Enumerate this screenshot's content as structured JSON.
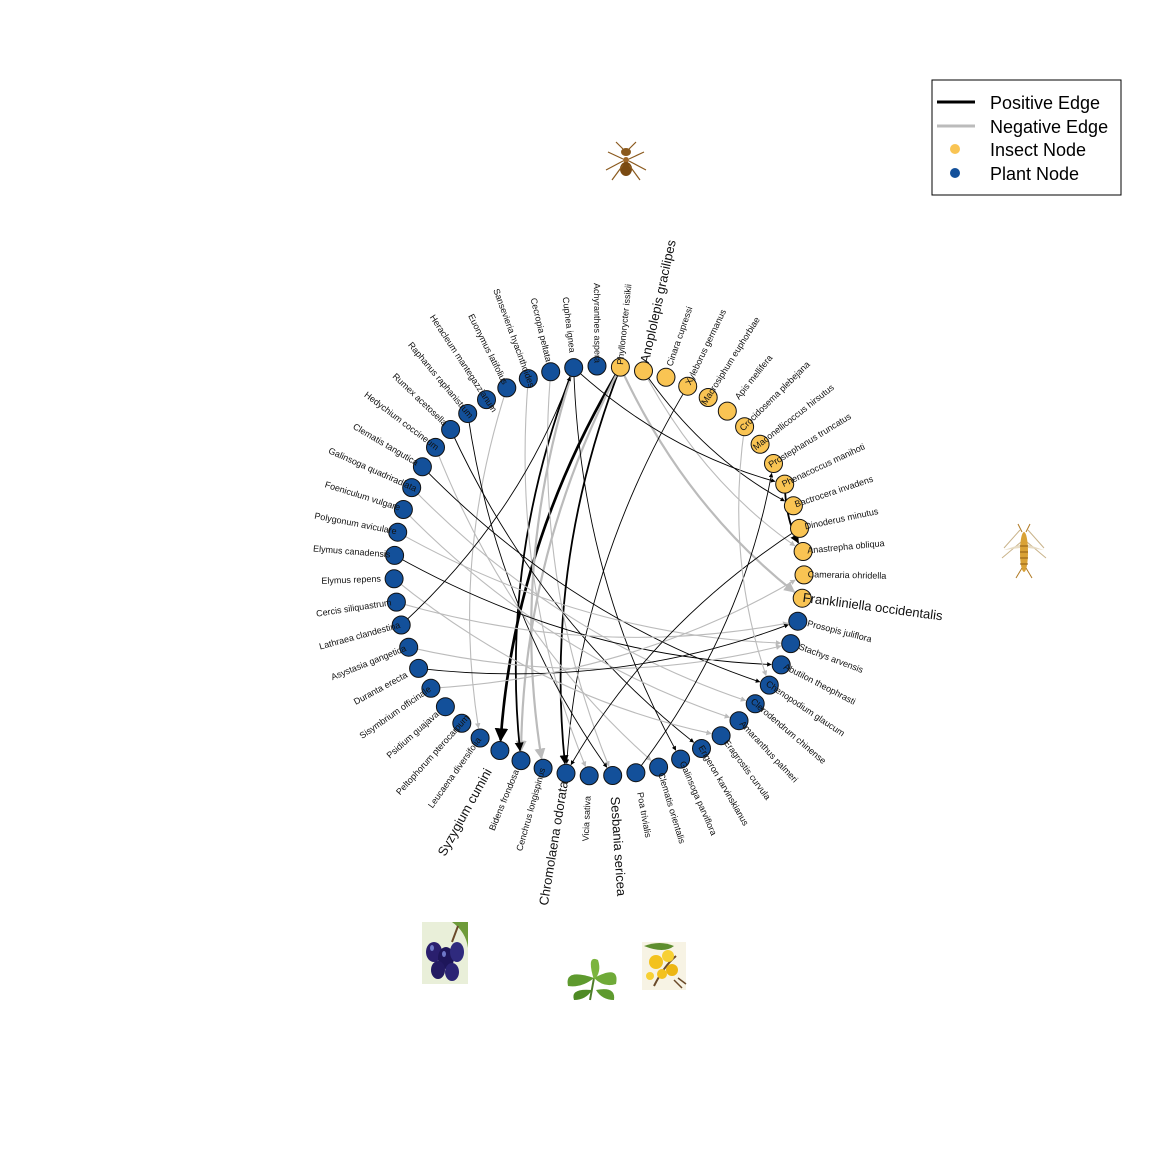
{
  "legend": {
    "positive_edge": "Positive Edge",
    "negative_edge": "Negative Edge",
    "insect_node": "Insect Node",
    "plant_node": "Plant Node"
  },
  "colors": {
    "insect": "#F9C453",
    "plant": "#13509A",
    "insect_label": "#F2BE4B",
    "plant_label": "#1C5AA0",
    "positive_edge": "#000000",
    "negative_edge": "#BBBBBB"
  },
  "icons": {
    "anoplolepis": "ant-icon",
    "frankliniella": "thrips-icon",
    "syzygium": "plum-fruit-icon",
    "chromolaena": "leaf-plant-icon",
    "sesbania": "yellow-flower-icon"
  },
  "nodes": [
    {
      "name": "Phyllonorycter issikii",
      "type": "insect"
    },
    {
      "name": "Anoplolepis gracilipes",
      "type": "insect",
      "highlight": true
    },
    {
      "name": "Cinara cupressi",
      "type": "insect"
    },
    {
      "name": "Xyleborus germanus",
      "type": "insect"
    },
    {
      "name": "Macrosiphum euphorbiae",
      "type": "insect"
    },
    {
      "name": "Apis mellifera",
      "type": "insect"
    },
    {
      "name": "Crocidosema plebejana",
      "type": "insect"
    },
    {
      "name": "Maconellicoccus hirsutus",
      "type": "insect"
    },
    {
      "name": "Prostephanus truncatus",
      "type": "insect"
    },
    {
      "name": "Phenacoccus manihoti",
      "type": "insect"
    },
    {
      "name": "Bactrocera invadens",
      "type": "insect"
    },
    {
      "name": "Dinoderus minutus",
      "type": "insect"
    },
    {
      "name": "Anastrepha obliqua",
      "type": "insect"
    },
    {
      "name": "Cameraria ohridella",
      "type": "insect"
    },
    {
      "name": "Frankliniella occidentalis",
      "type": "insect",
      "highlight": true
    },
    {
      "name": "Prosopis juliflora",
      "type": "plant"
    },
    {
      "name": "Stachys arvensis",
      "type": "plant"
    },
    {
      "name": "Abutilon theophrasti",
      "type": "plant"
    },
    {
      "name": "Chenopodium glaucum",
      "type": "plant"
    },
    {
      "name": "Clerodendrum chinense",
      "type": "plant"
    },
    {
      "name": "Amaranthus palmeri",
      "type": "plant"
    },
    {
      "name": "Eragrostis curvula",
      "type": "plant"
    },
    {
      "name": "Erigeron karvinskianus",
      "type": "plant"
    },
    {
      "name": "Galinsoga parviflora",
      "type": "plant"
    },
    {
      "name": "Clematis orientalis",
      "type": "plant"
    },
    {
      "name": "Poa trivialis",
      "type": "plant"
    },
    {
      "name": "Sesbania sericea",
      "type": "plant",
      "highlight": true
    },
    {
      "name": "Vicia sativa",
      "type": "plant"
    },
    {
      "name": "Chromolaena odorata",
      "type": "plant",
      "highlight": true
    },
    {
      "name": "Cenchrus longispinus",
      "type": "plant"
    },
    {
      "name": "Bidens frondosa",
      "type": "plant"
    },
    {
      "name": "Syzygium cumini",
      "type": "plant",
      "highlight": true
    },
    {
      "name": "Leucaena diversifolia",
      "type": "plant"
    },
    {
      "name": "Peltophorum pterocarpum",
      "type": "plant"
    },
    {
      "name": "Psidium guajava",
      "type": "plant"
    },
    {
      "name": "Sisymbrium officinale",
      "type": "plant"
    },
    {
      "name": "Duranta erecta",
      "type": "plant"
    },
    {
      "name": "Asystasia gangetica",
      "type": "plant"
    },
    {
      "name": "Lathraea clandestina",
      "type": "plant"
    },
    {
      "name": "Cercis siliquastrum",
      "type": "plant"
    },
    {
      "name": "Elymus repens",
      "type": "plant"
    },
    {
      "name": "Elymus canadensis",
      "type": "plant"
    },
    {
      "name": "Polygonum aviculare",
      "type": "plant"
    },
    {
      "name": "Foeniculum vulgare",
      "type": "plant"
    },
    {
      "name": "Galinsoga quadriradiata",
      "type": "plant"
    },
    {
      "name": "Clematis tangutica",
      "type": "plant"
    },
    {
      "name": "Hedychium coccineum",
      "type": "plant"
    },
    {
      "name": "Rumex acetosella",
      "type": "plant"
    },
    {
      "name": "Raphanus raphanistrum",
      "type": "plant"
    },
    {
      "name": "Heracleum mantegazzianum",
      "type": "plant"
    },
    {
      "name": "Euonymus latifolius",
      "type": "plant"
    },
    {
      "name": "Sansevieria hyacinthoides",
      "type": "plant"
    },
    {
      "name": "Cecropia peltata",
      "type": "plant"
    },
    {
      "name": "Cuphea ignea",
      "type": "plant"
    },
    {
      "name": "Achyranthes aspera",
      "type": "plant"
    }
  ],
  "edges": [
    {
      "from": 0,
      "to": 31,
      "sign": "positive",
      "weight": 3
    },
    {
      "from": 0,
      "to": 28,
      "sign": "positive",
      "weight": 2
    },
    {
      "from": 0,
      "to": 30,
      "sign": "negative",
      "weight": 2
    },
    {
      "from": 0,
      "to": 14,
      "sign": "negative",
      "weight": 2
    },
    {
      "from": 1,
      "to": 10,
      "sign": "positive",
      "weight": 1
    },
    {
      "from": 1,
      "to": 12,
      "sign": "negative",
      "weight": 1
    },
    {
      "from": 3,
      "to": 28,
      "sign": "positive",
      "weight": 1
    },
    {
      "from": 53,
      "to": 30,
      "sign": "positive",
      "weight": 2
    },
    {
      "from": 53,
      "to": 29,
      "sign": "negative",
      "weight": 2
    },
    {
      "from": 53,
      "to": 9,
      "sign": "positive",
      "weight": 1
    },
    {
      "from": 53,
      "to": 23,
      "sign": "positive",
      "weight": 1
    },
    {
      "from": 52,
      "to": 26,
      "sign": "negative",
      "weight": 1
    },
    {
      "from": 51,
      "to": 27,
      "sign": "negative",
      "weight": 1
    },
    {
      "from": 50,
      "to": 32,
      "sign": "negative",
      "weight": 1
    },
    {
      "from": 48,
      "to": 26,
      "sign": "positive",
      "weight": 1
    },
    {
      "from": 47,
      "to": 22,
      "sign": "positive",
      "weight": 1
    },
    {
      "from": 46,
      "to": 24,
      "sign": "negative",
      "weight": 1
    },
    {
      "from": 45,
      "to": 18,
      "sign": "positive",
      "weight": 1
    },
    {
      "from": 44,
      "to": 19,
      "sign": "negative",
      "weight": 1
    },
    {
      "from": 43,
      "to": 20,
      "sign": "negative",
      "weight": 1
    },
    {
      "from": 42,
      "to": 16,
      "sign": "negative",
      "weight": 1
    },
    {
      "from": 41,
      "to": 17,
      "sign": "positive",
      "weight": 1
    },
    {
      "from": 40,
      "to": 21,
      "sign": "negative",
      "weight": 1
    },
    {
      "from": 39,
      "to": 15,
      "sign": "negative",
      "weight": 1
    },
    {
      "from": 38,
      "to": 53,
      "sign": "positive",
      "weight": 1
    },
    {
      "from": 37,
      "to": 16,
      "sign": "negative",
      "weight": 1
    },
    {
      "from": 36,
      "to": 15,
      "sign": "positive",
      "weight": 1
    },
    {
      "from": 35,
      "to": 13,
      "sign": "negative",
      "weight": 1
    },
    {
      "from": 25,
      "to": 8,
      "sign": "positive",
      "weight": 1
    },
    {
      "from": 11,
      "to": 28,
      "sign": "positive",
      "weight": 1
    },
    {
      "from": 9,
      "to": 12,
      "sign": "positive",
      "weight": 2
    },
    {
      "from": 6,
      "to": 18,
      "sign": "negative",
      "weight": 1
    }
  ]
}
